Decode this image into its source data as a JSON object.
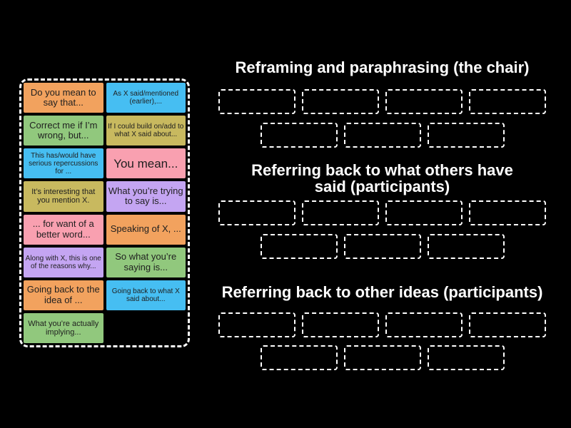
{
  "activity": {
    "background_color": "#000000",
    "panel_border_color": "#ffffff",
    "slot_border_color": "#ffffff",
    "tile_text_color": "#1f1f1f",
    "title_text_color": "#ffffff"
  },
  "tiles": [
    {
      "label": "Do you mean to say that...",
      "color": "#F2A25E",
      "size": "lg"
    },
    {
      "label": "As X said/mentioned (earlier),...",
      "color": "#46BEF2",
      "size": "sm"
    },
    {
      "label": "Correct me if I’m wrong, but...",
      "color": "#91C87D",
      "size": "lg"
    },
    {
      "label": "If I could build on/add to what X said about...",
      "color": "#C8B95F",
      "size": "sm"
    },
    {
      "label": "This has/would have serious repercussions for ...",
      "color": "#46BEF2",
      "size": "sm"
    },
    {
      "label": "You mean...",
      "color": "#F9A0B0",
      "size": "xl"
    },
    {
      "label": "It’s interesting that you mention X.",
      "color": "#C8B95F",
      "size": "md"
    },
    {
      "label": "What you’re trying to say is...",
      "color": "#C4A5F2",
      "size": "lg"
    },
    {
      "label": "... for want of a better word...",
      "color": "#F9A0B0",
      "size": "lg"
    },
    {
      "label": "Speaking of X, ...",
      "color": "#F2A25E",
      "size": "lg"
    },
    {
      "label": "Along with X, this is one of the reasons why...",
      "color": "#C4A5F2",
      "size": "sm"
    },
    {
      "label": "So what you’re saying is...",
      "color": "#91C87D",
      "size": "lg"
    },
    {
      "label": "Going back to the idea of ...",
      "color": "#F2A25E",
      "size": "lg"
    },
    {
      "label": "Going back to what X said about...",
      "color": "#46BEF2",
      "size": "sm"
    },
    {
      "label": "What you’re actually implying...",
      "color": "#91C87D",
      "size": "md"
    }
  ],
  "categories": [
    {
      "title": "Reframing and paraphrasing (the chair)",
      "slot_rows": [
        4,
        3
      ]
    },
    {
      "title": "Referring back to what others have said (participants)",
      "slot_rows": [
        4,
        3
      ]
    },
    {
      "title": "Referring back to other ideas (participants)",
      "slot_rows": [
        4,
        3
      ]
    }
  ]
}
